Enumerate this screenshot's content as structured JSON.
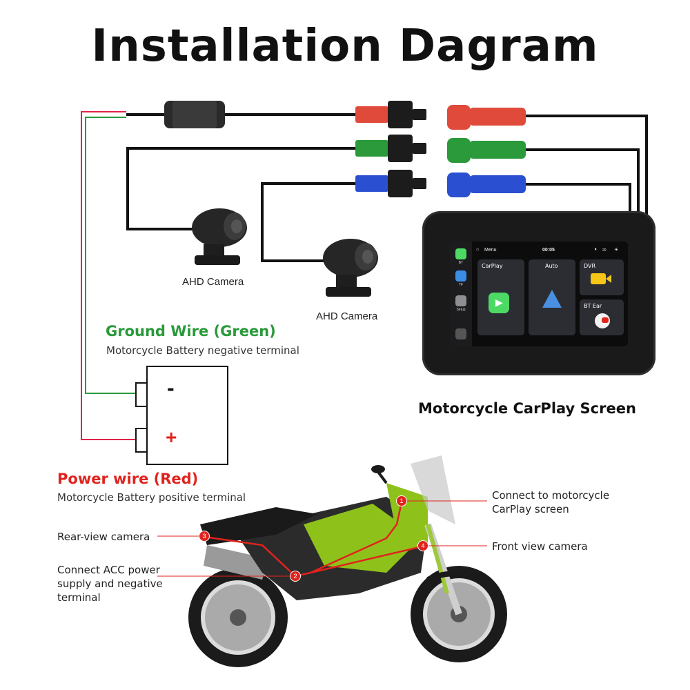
{
  "title": "Installation Dagram",
  "cameras": {
    "camera1_label": "AHD Camera",
    "camera2_label": "AHD Camera"
  },
  "ground": {
    "heading": "Ground Wire (Green)",
    "desc": "Motorcycle Battery negative terminal",
    "color": "#2a9a3a"
  },
  "power": {
    "heading": "Power wire (Red)",
    "desc": "Motorcycle Battery positive terminal",
    "color": "#e0231d"
  },
  "battery": {
    "minus": "-",
    "plus": "+"
  },
  "device": {
    "caption": "Motorcycle CarPlay Screen",
    "menu_label": "Menu",
    "time": "00:05",
    "volume": "20",
    "sidebar": [
      {
        "label": "BT",
        "color": "#4cd964"
      },
      {
        "label": "TF",
        "color": "#3a8ee6"
      },
      {
        "label": "Setup",
        "color": "#8e8e93"
      }
    ],
    "tiles": {
      "carplay": "CarPlay",
      "auto": "Auto",
      "dvr": "DVR",
      "bt_ear": "BT Ear"
    }
  },
  "connectors": {
    "colors": [
      "#e04a3a",
      "#2a9a3a",
      "#2b4fd1"
    ]
  },
  "callouts": {
    "c1": "Connect to motorcycle\nCarPlay screen",
    "c2": "Connect ACC power\nsupply and negative\nterminal",
    "c3": "Rear-view camera",
    "c4": "Front view camera",
    "n1": "1",
    "n2": "2",
    "n3": "3",
    "n4": "4"
  }
}
